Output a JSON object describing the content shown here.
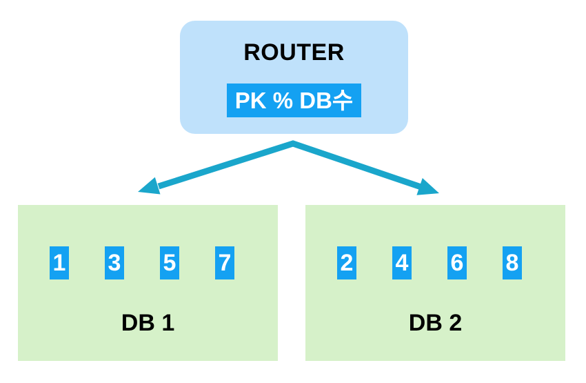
{
  "router": {
    "label": "ROUTER",
    "badge": "PK % DB수"
  },
  "arrows": {
    "description": "router fan-out to databases",
    "count": 2
  },
  "databases": [
    {
      "label": "DB 1",
      "keys": [
        "1",
        "3",
        "5",
        "7"
      ]
    },
    {
      "label": "DB 2",
      "keys": [
        "2",
        "4",
        "6",
        "8"
      ]
    }
  ],
  "colors": {
    "router_bg": "#bfe1fb",
    "accent_blue": "#14a1f2",
    "arrow": "#1aa6cb",
    "db_bg": "#d6f1c9",
    "badge_text": "#ffffff",
    "text": "#000000"
  }
}
